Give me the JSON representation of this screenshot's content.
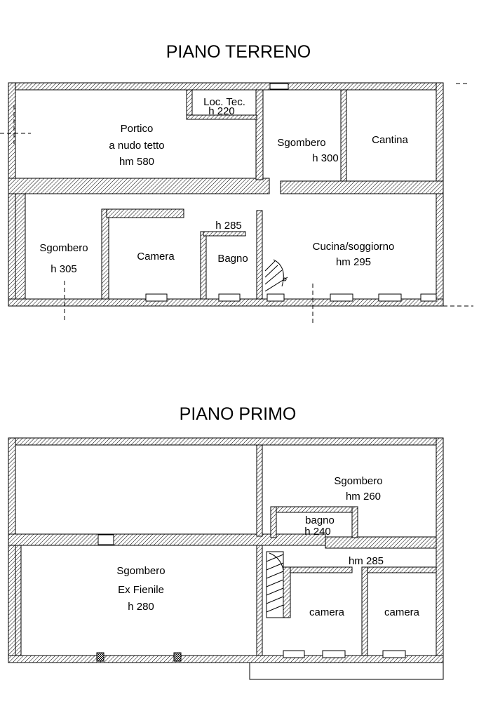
{
  "colors": {
    "wall": "#000000",
    "background": "#ffffff",
    "hatch": "#000000"
  },
  "ground_floor": {
    "title": "PIANO TERRENO",
    "rooms": {
      "portico": {
        "name": "Portico",
        "line2": "a nudo tetto",
        "height": "hm 580"
      },
      "loc_tec": {
        "name": "Loc. Tec.",
        "height": "h 220"
      },
      "sgombero_1": {
        "name": "Sgombero",
        "height": "h 300"
      },
      "cantina": {
        "name": "Cantina"
      },
      "sgombero_2": {
        "name": "Sgombero",
        "height": "h 305"
      },
      "camera": {
        "name": "Camera"
      },
      "bagno": {
        "name": "Bagno",
        "height": "h 285"
      },
      "cucina": {
        "name": "Cucina/soggiorno",
        "height": "hm 295"
      }
    }
  },
  "first_floor": {
    "title": "PIANO PRIMO",
    "rooms": {
      "sgombero_1": {
        "name": "Sgombero",
        "height": "hm 260"
      },
      "bagno": {
        "name": "bagno",
        "height": "h 240"
      },
      "corridor": {
        "height": "hm 285"
      },
      "sgombero_2": {
        "name": "Sgombero",
        "line2": "Ex Fienile",
        "height": "h 280"
      },
      "camera_1": {
        "name": "camera"
      },
      "camera_2": {
        "name": "camera"
      }
    }
  }
}
